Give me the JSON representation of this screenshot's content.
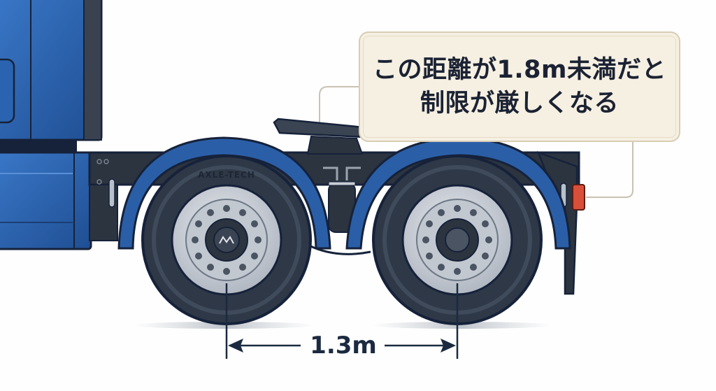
{
  "callout": {
    "line1": "この距離が1.8m未満だと",
    "line2": "制限が厳しくなる"
  },
  "measurement": {
    "label": "1.3m"
  },
  "tire": {
    "brand_text": "AXLE-TECH"
  },
  "colors": {
    "truck_blue": "#2a5fa8",
    "truck_blue_dark": "#1c3f78",
    "outline": "#16223a",
    "chassis": "#2c3440",
    "tire": "#2e3847",
    "rim": "#c9ced6",
    "callout_bg": "#f6f0e2",
    "callout_border": "#d8cdb6",
    "tail_light": "#d8503a",
    "text": "#1b2233"
  }
}
